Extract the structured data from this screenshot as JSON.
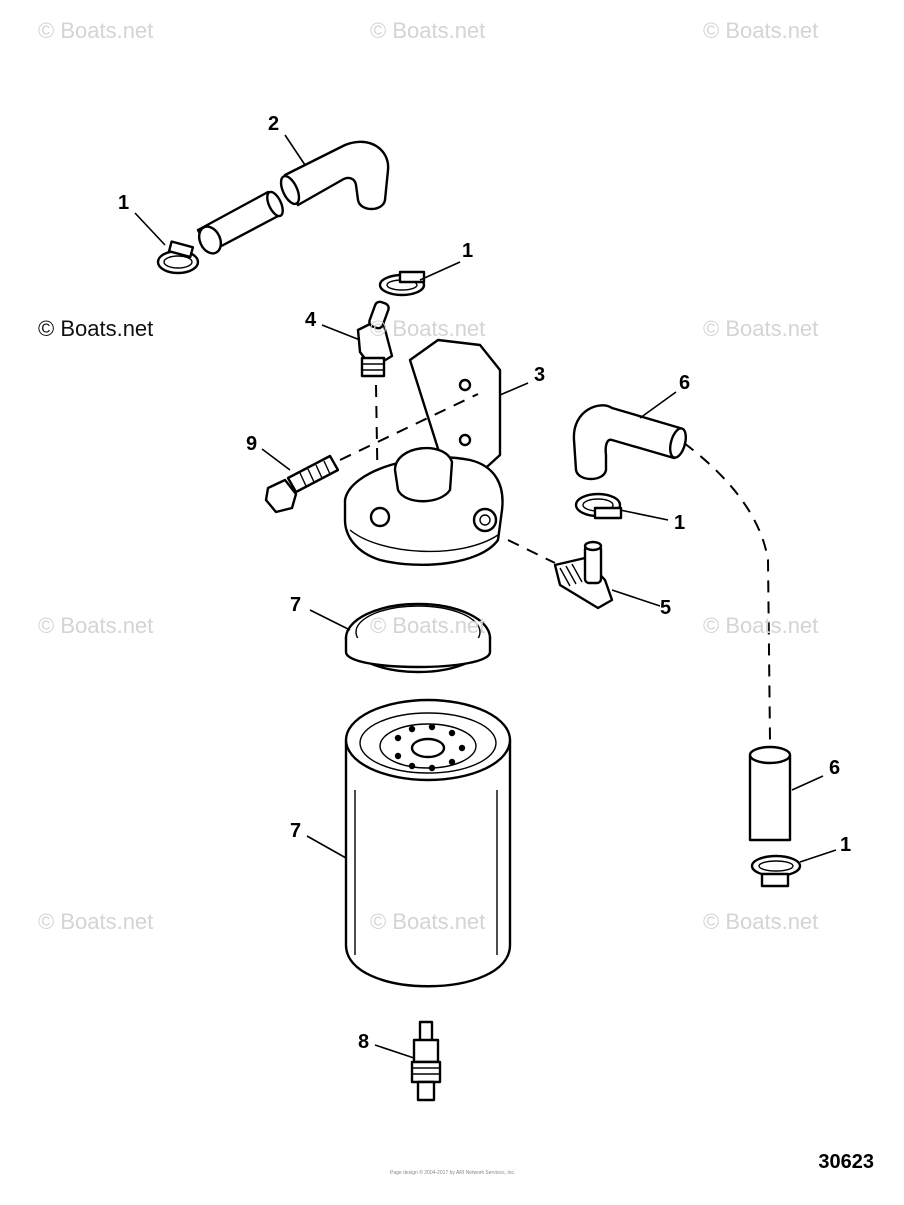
{
  "watermarks": [
    "© Boats.net",
    "© Boats.net",
    "© Boats.net",
    "© Boats.net",
    "© Boats.net",
    "© Boats.net",
    "© Boats.net",
    "© Boats.net",
    "© Boats.net",
    "© Boats.net",
    "© Boats.net",
    "© Boats.net"
  ],
  "callouts": [
    "2",
    "1",
    "1",
    "4",
    "3",
    "6",
    "9",
    "1",
    "7",
    "5",
    "6",
    "7",
    "1",
    "8"
  ],
  "drawing_number": "30623",
  "footer_note": "Page design © 2004-2017 by ARI Network Services, Inc."
}
